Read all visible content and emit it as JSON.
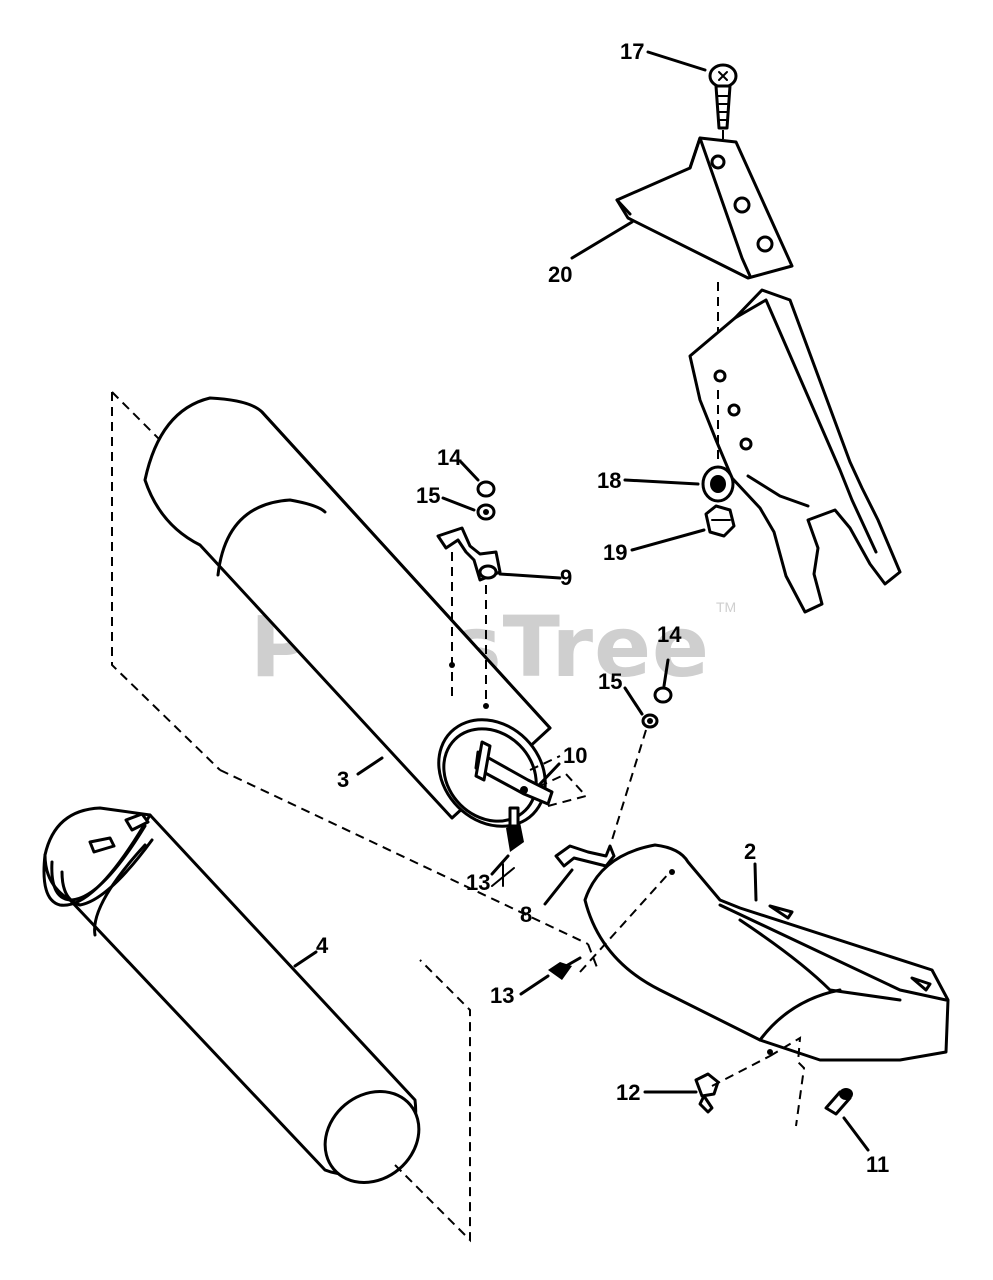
{
  "watermark": {
    "text": "PartsTree",
    "trademark": "TM"
  },
  "callouts": {
    "c17": "17",
    "c20": "20",
    "c18": "18",
    "c19": "19",
    "c14a": "14",
    "c15a": "15",
    "c9": "9",
    "c14b": "14",
    "c15b": "15",
    "c10": "10",
    "c3": "3",
    "c13a": "13",
    "c8": "8",
    "c2": "2",
    "c4": "4",
    "c13b": "13",
    "c12": "12",
    "c11": "11"
  }
}
